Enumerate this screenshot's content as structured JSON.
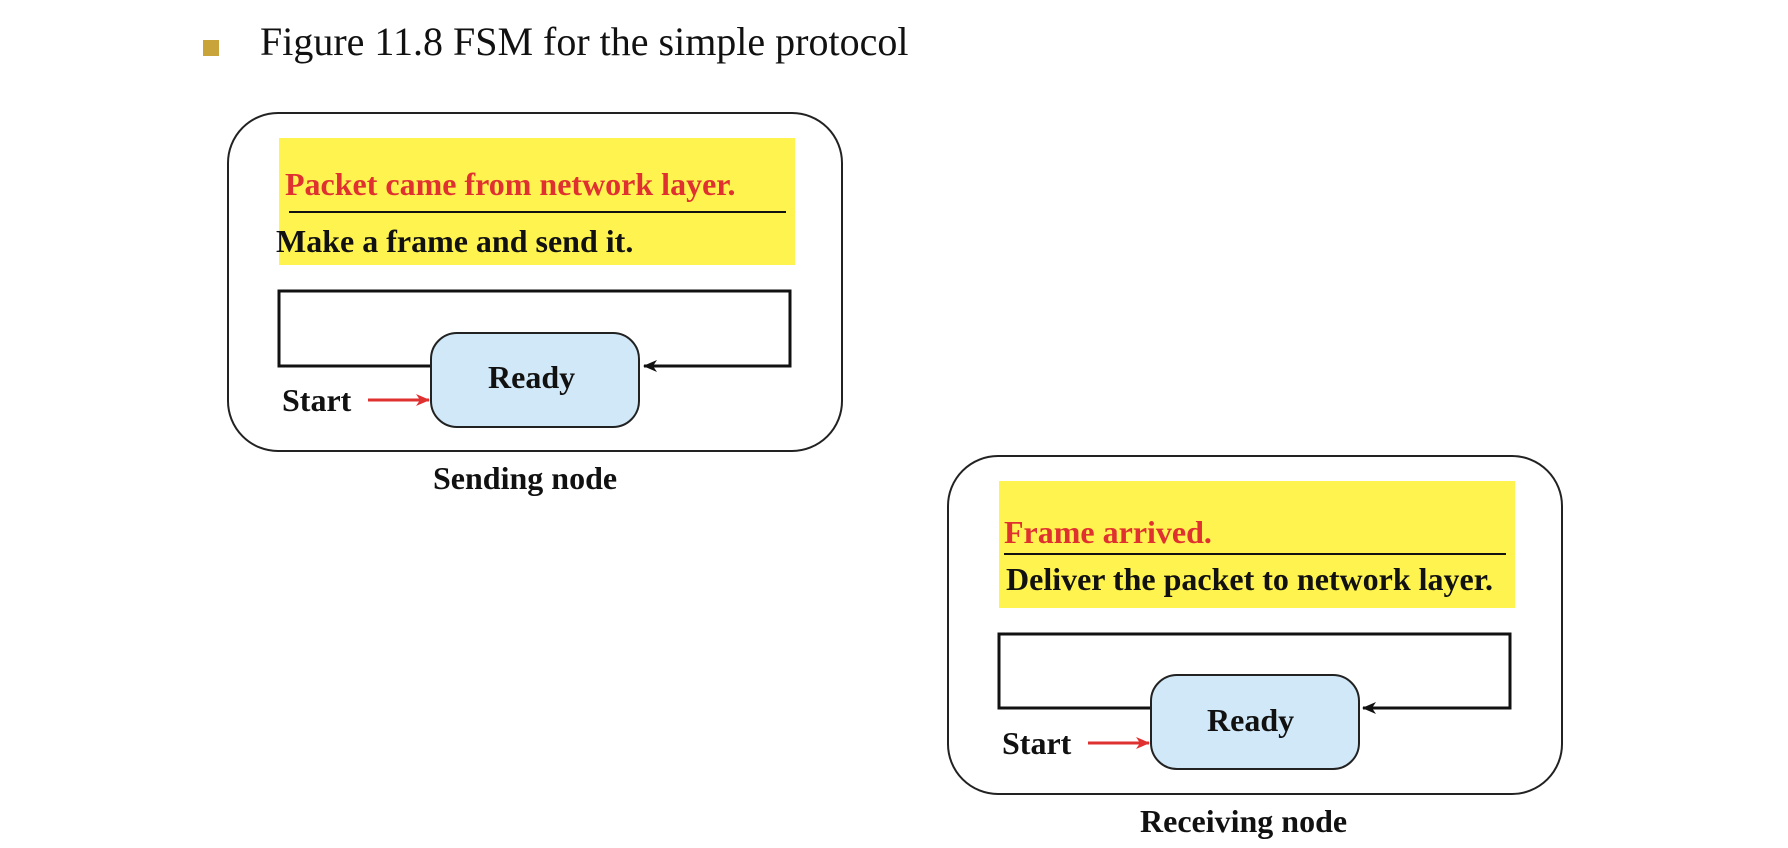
{
  "title": "Figure 11.8 FSM for the simple protocol",
  "sending": {
    "condition": "Packet came from network layer.",
    "action": "Make a frame and send it.",
    "state": "Ready",
    "start": "Start",
    "caption": "Sending node"
  },
  "receiving": {
    "condition": "Frame arrived.",
    "action": "Deliver the packet to network layer.",
    "state": "Ready",
    "start": "Start",
    "caption": "Receiving node"
  },
  "colors": {
    "bullet": "#c9a43a",
    "highlight": "#fff44f",
    "condition_text": "#e03131",
    "state_fill": "#d0e8f7",
    "start_arrow": "#e03131"
  }
}
